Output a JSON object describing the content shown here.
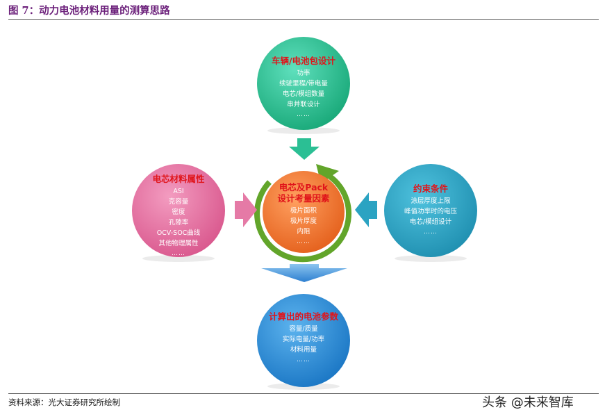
{
  "figure": {
    "title": "图 7：动力电池材料用量的测算思路",
    "source": "资料来源：光大证券研究所绘制",
    "watermark": "头条 @未来智库"
  },
  "colors": {
    "title": "#6b1f7a",
    "heading_red": "#e0141a",
    "top_circle": "#2bbf94",
    "left_circle": "#e06a9c",
    "right_circle": "#2ba3c2",
    "bottom_circle": "#2c8fd8",
    "center_circle": "#ef7a32",
    "ring_green": "#62a52a",
    "arrow_top": "#2bbf94",
    "arrow_left": "#e57aa6",
    "arrow_right": "#2ba3c2",
    "arrow_bottom": "#2c8fd8"
  },
  "nodes": {
    "top": {
      "heading": "车辆/电池包设计",
      "items": [
        "功率",
        "续驶里程/带电量",
        "电芯/模组数量",
        "串并联设计"
      ],
      "ellipsis": "……"
    },
    "left": {
      "heading": "电芯材料属性",
      "items": [
        "ASI",
        "克容量",
        "密度",
        "孔隙率",
        "OCV-SOC曲线",
        "其他物理属性"
      ],
      "ellipsis": "……"
    },
    "center": {
      "heading_line1": "电芯及Pack",
      "heading_line2": "设计考量因素",
      "items": [
        "极片面积",
        "极片厚度",
        "内阻"
      ],
      "ellipsis": "……"
    },
    "right": {
      "heading": "约束条件",
      "items": [
        "涂层厚度上限",
        "峰值功率时的电压",
        "电芯/模组设计"
      ],
      "ellipsis": "……"
    },
    "bottom": {
      "heading": "计算出的电池参数",
      "items": [
        "容量/质量",
        "实际电量/功率",
        "材料用量"
      ],
      "ellipsis": "……"
    }
  }
}
